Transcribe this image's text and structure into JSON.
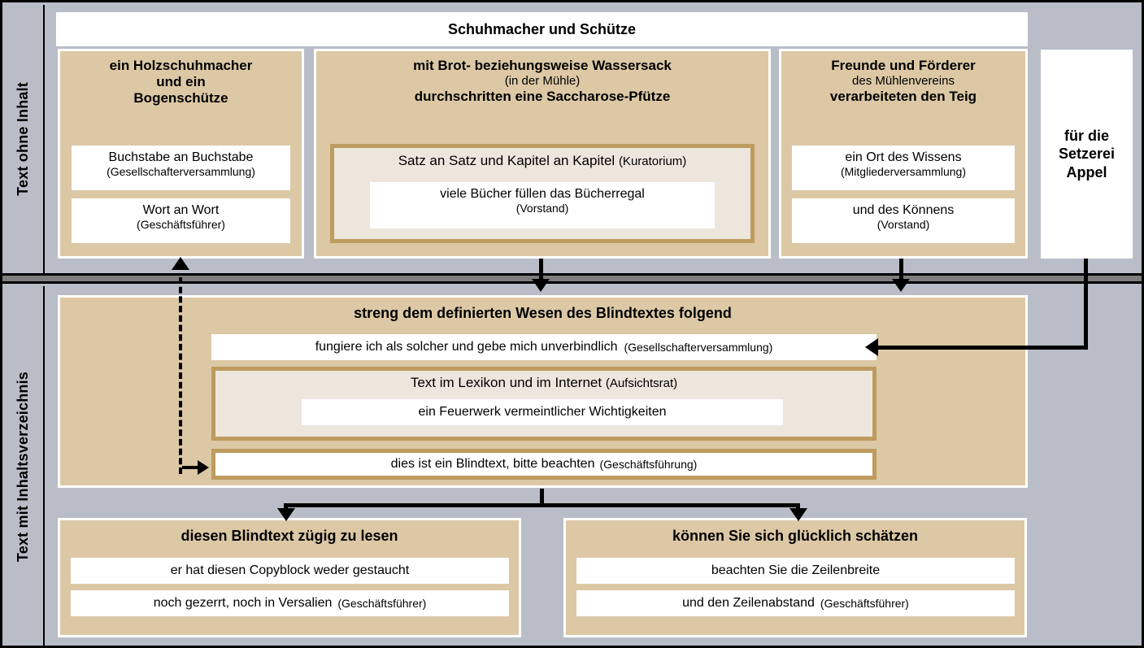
{
  "diagram": {
    "title": "Schuhmacher und Schütze",
    "sections": [
      {
        "id": "top",
        "label": "Text ohne Inhalt"
      },
      {
        "id": "bottom",
        "label": "Text mit Inhaltsverzeichnis"
      }
    ]
  },
  "top_row": {
    "box1": {
      "header_line1": "ein Holzschuhmacher",
      "header_line2": "und ein",
      "header_line3": "Bogenschütze",
      "items": [
        {
          "text": "Buchstabe an Buchstabe",
          "role": "(Gesellschafterversammlung)"
        },
        {
          "text": "Wort an Wort",
          "role": "(Geschäftsführer)"
        }
      ]
    },
    "box2": {
      "header_line1": "mit Brot- beziehungsweise Wassersack",
      "header_line2": "(in der Mühle)",
      "header_line3": "durchschritten eine Saccharose-Pfütze",
      "nested": {
        "label": "Satz an Satz und Kapitel an Kapitel",
        "role": "(Kuratorium)",
        "inner": {
          "text": "viele Bücher füllen das Bücherregal",
          "role": "(Vorstand)"
        }
      }
    },
    "box3": {
      "header_line1": "Freunde und Förderer",
      "header_line2": "des Mühlenvereins",
      "header_line3": "verarbeiteten den Teig",
      "items": [
        {
          "text": "ein Ort des Wissens",
          "role": "(Mitgliederversammlung)"
        },
        {
          "text": "und des Könnens",
          "role": "(Vorstand)"
        }
      ]
    },
    "box4": {
      "line1": "für die",
      "line2": "Setzerei",
      "line3": "Appel"
    }
  },
  "middle": {
    "header": "streng dem definierten Wesen des Blindtextes folgend",
    "item_top": {
      "text": "fungiere ich als solcher und gebe mich unverbindlich",
      "role": "(Gesellschafterversammlung)"
    },
    "nested": {
      "label": "Text im Lexikon und im Internet",
      "role": "(Aufsichtsrat)",
      "inner": {
        "text": "ein Feuerwerk vermeintlicher  Wichtigkeiten",
        "role": ""
      }
    },
    "item_bottom": {
      "text": "dies ist ein Blindtext, bitte beachten",
      "role": "(Geschäftsführung)"
    }
  },
  "bottom_row": {
    "boxL": {
      "header": "diesen Blindtext zügig zu lesen",
      "items": [
        {
          "text": "er hat diesen Copyblock  weder gestaucht",
          "role": ""
        },
        {
          "text": "noch gezerrt, noch in Versalien",
          "role": "(Geschäftsführer)"
        }
      ]
    },
    "boxR": {
      "header": "können Sie sich glücklich schätzen",
      "items": [
        {
          "text": "beachten Sie die Zeilenbreite",
          "role": ""
        },
        {
          "text": "und den Zeilenabstand",
          "role": "(Geschäftsführer)"
        }
      ]
    }
  },
  "colors": {
    "background": "#b8bdc7",
    "tan": "#dcc8a5",
    "tan_border": "#be9b5f",
    "tan_light": "#ede6dc",
    "white": "#ffffff",
    "line": "#000000",
    "divider": "#7d7d7d"
  }
}
